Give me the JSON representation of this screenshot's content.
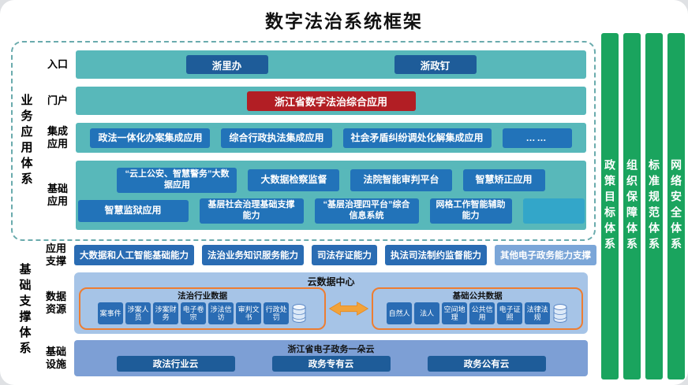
{
  "title": "数字法治系统框架",
  "business": {
    "section_label": "业务应用体系",
    "entry": {
      "label": "入口",
      "items": [
        "浙里办",
        "浙政钉"
      ]
    },
    "portal": {
      "label": "门户",
      "app": "浙江省数字法治综合应用"
    },
    "integrated": {
      "label": "集成应用",
      "items": [
        "政法一体化办案集成应用",
        "综合行政执法集成应用",
        "社会矛盾纠纷调处化解集成应用",
        "……"
      ]
    },
    "basic": {
      "label": "基础应用",
      "row1": [
        "“云上公安、智慧警务”大数据应用",
        "大数据检察监督",
        "法院智能审判平台",
        "智慧矫正应用"
      ],
      "row2": [
        "智慧监狱应用",
        "基层社会治理基础支撑能力",
        "“基层治理四平台”综合信息系统",
        "网格工作智能辅助能力"
      ]
    }
  },
  "foundation": {
    "section_label": "基础支撑体系",
    "app_support": {
      "label": "应用支撑",
      "items": [
        "大数据和人工智能基础能力",
        "法治业务知识服务能力",
        "司法存证能力",
        "执法司法制约监督能力",
        "其他电子政务能力支撑"
      ]
    },
    "data_resource": {
      "label": "数据资源",
      "cloud_title": "云数据中心",
      "industry": {
        "title": "法治行业数据",
        "items": [
          "案事件",
          "涉案人员",
          "涉案财务",
          "电子卷宗",
          "涉法信访",
          "审判文书",
          "行政处罚"
        ]
      },
      "public": {
        "title": "基础公共数据",
        "items": [
          "自然人",
          "法人",
          "空间地理",
          "公共信用",
          "电子证照",
          "法律法规"
        ]
      }
    },
    "infrastructure": {
      "label": "基础设施",
      "bar_title": "浙江省电子政务一朵云",
      "items": [
        "政法行业云",
        "政务专有云",
        "政务公有云"
      ]
    }
  },
  "pillars": [
    "政策目标体系",
    "组织保障体系",
    "标准规范体系",
    "网络安全体系"
  ],
  "colors": {
    "teal_bar": "#58b8ba",
    "navy": "#1e5c99",
    "red": "#b21e24",
    "blue": "#2273b9",
    "green_pillar": "#1aa45e",
    "cloud_panel": "#a6c4e7",
    "orange_outline": "#ed7d31",
    "infra_bar": "#7d9fd5"
  }
}
